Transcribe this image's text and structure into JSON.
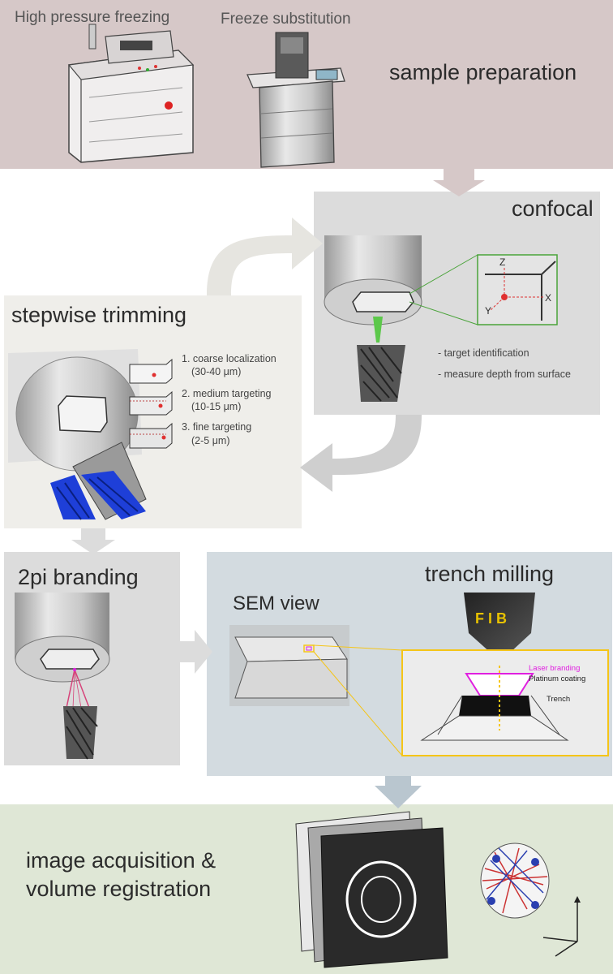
{
  "colors": {
    "sample_prep_bg": "#d6c8c8",
    "confocal_bg": "#dcdcdc",
    "trimming_bg": "#efeeea",
    "branding_bg": "#dcdcdc",
    "milling_bg": "#d3dbe0",
    "acquisition_bg": "#dfe7d6",
    "confocal_beam": "#5cc84a",
    "branding_beam": "#d6447a",
    "trimming_blade": "#1e3fd8",
    "laser_branding": "#e020e0",
    "zoom_frame": "#f5c518",
    "target_dot": "#e03030"
  },
  "sample_preparation": {
    "title": "sample preparation",
    "instrument_1": "High pressure freezing",
    "instrument_2": "Freeze substitution"
  },
  "confocal": {
    "title": "confocal",
    "axis_z": "Z",
    "axis_x": "X",
    "axis_y": "Y",
    "notes": [
      "- target identification",
      "- measure depth from surface"
    ]
  },
  "stepwise_trimming": {
    "title": "stepwise trimming",
    "steps": [
      {
        "label": "1. coarse localization",
        "range": "(30-40 μm)"
      },
      {
        "label": "2. medium targeting",
        "range": "(10-15 μm)"
      },
      {
        "label": "3. fine targeting",
        "range": "(2-5 μm)"
      }
    ]
  },
  "branding": {
    "title": "2pi branding"
  },
  "trench_milling": {
    "title": "trench milling",
    "sem_view": "SEM view",
    "fib_label": "F I B",
    "labels": {
      "laser_branding": "Laser branding",
      "platinum_coating": "Platinum coating",
      "trench": "Trench"
    }
  },
  "acquisition": {
    "title_line1": "image acquisition &",
    "title_line2": "volume registration"
  }
}
